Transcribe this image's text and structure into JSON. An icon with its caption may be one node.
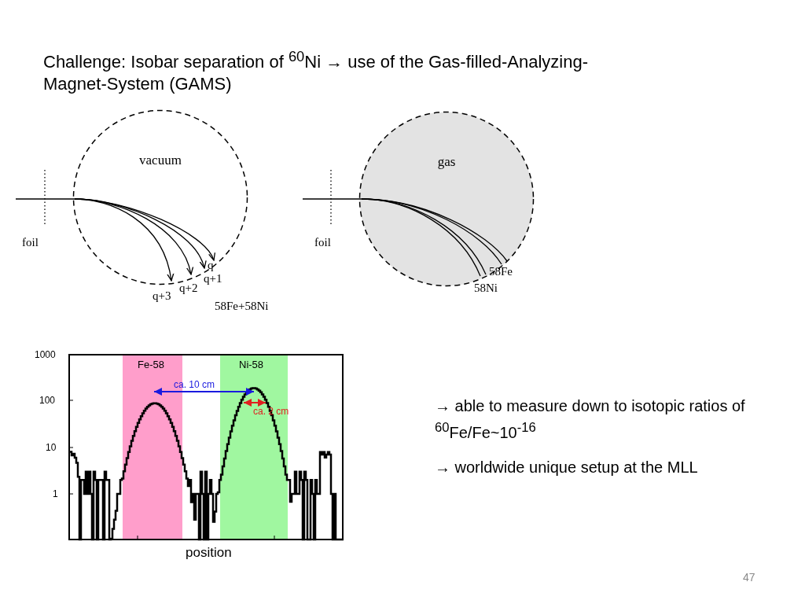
{
  "diagram": {
    "title": "Challenge: Isobar separation of $^{60}$Ni → use of the Gas-filled-Analyzing-Magnet-System (GAMS)",
    "nodes": [
      {
        "text": [
          "vacuum"
        ]
      },
      {
        "text": [
          "gas"
        ]
      }
    ],
    "labels": [
      "foil",
      "q",
      "q+1",
      "q+2",
      "q+3",
      "58Fe+58Ni",
      "foil",
      "58Fe",
      "58Ni",
      "1000",
      "Fe-58",
      "Ni-58",
      "ca. 10 cm",
      "100",
      "ca. 2 cm",
      "10",
      "1",
      "position",
      "→ able to measure down to isotopic ratios of $^{60}$Fe/Fe~10$^{-16}$",
      "→ worldwide unique setup at the MLL",
      "47"
    ]
  }
}
